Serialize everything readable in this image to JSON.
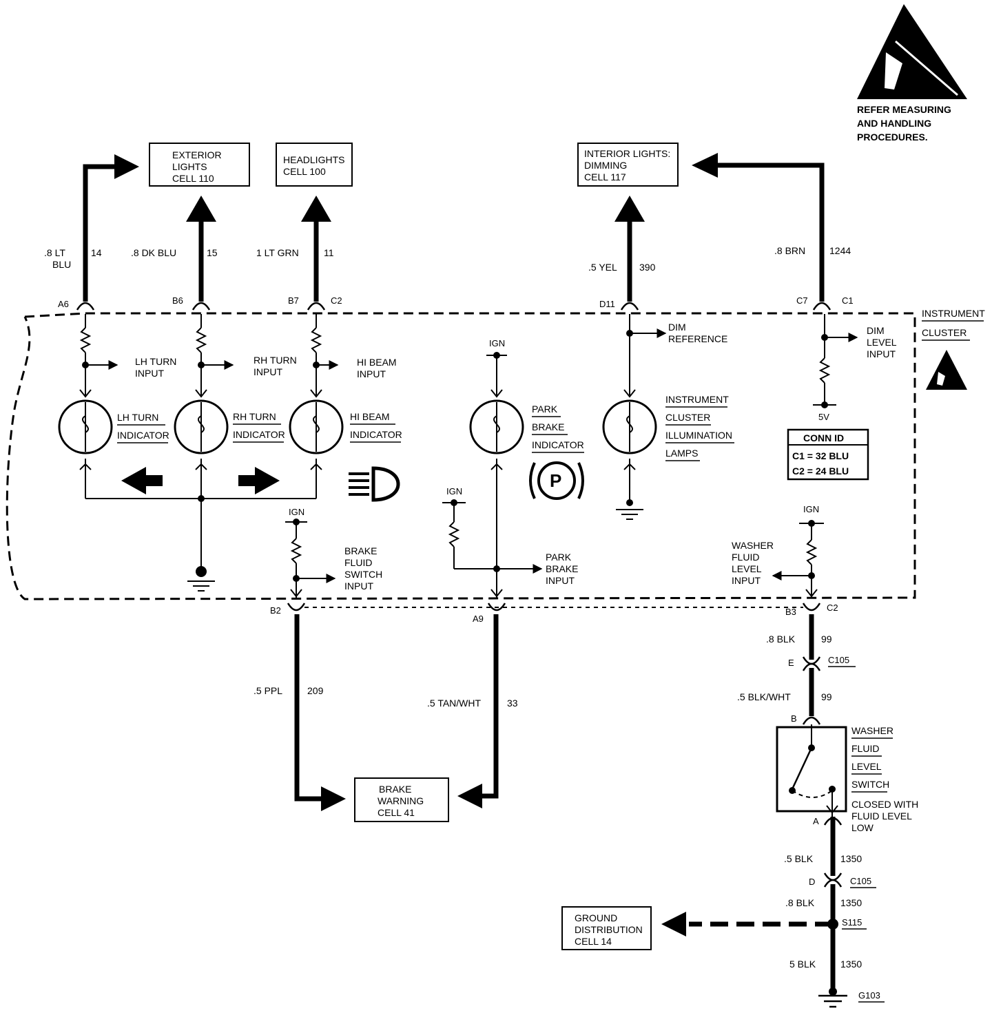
{
  "esd_note": {
    "line1": "REFER MEASURING",
    "line2": "AND HANDLING",
    "line3": "PROCEDURES."
  },
  "cluster": {
    "label1": "INSTRUMENT",
    "label2": "CLUSTER"
  },
  "boxes": {
    "exterior": [
      "EXTERIOR",
      "LIGHTS",
      "CELL 110"
    ],
    "headlights": [
      "HEADLIGHTS",
      "CELL 100"
    ],
    "interior": [
      "INTERIOR LIGHTS:",
      "DIMMING",
      "CELL 117"
    ],
    "brake_warning": [
      "BRAKE",
      "WARNING",
      "CELL 41"
    ],
    "ground_dist": [
      "GROUND",
      "DISTRIBUTION",
      "CELL 14"
    ]
  },
  "wires": {
    "w14": {
      "color1": ".8 LT",
      "color2": "BLU",
      "circuit": "14"
    },
    "w15": {
      "color": ".8 DK BLU",
      "circuit": "15"
    },
    "w11": {
      "color": "1 LT GRN",
      "circuit": "11"
    },
    "w390": {
      "color": ".5 YEL",
      "circuit": "390"
    },
    "w1244": {
      "color": ".8 BRN",
      "circuit": "1244"
    },
    "w209": {
      "color": ".5 PPL",
      "circuit": "209"
    },
    "w33": {
      "color": ".5 TAN/WHT",
      "circuit": "33"
    },
    "w99a": {
      "color": ".8 BLK",
      "circuit": "99"
    },
    "w99b": {
      "color": ".5 BLK/WHT",
      "circuit": "99"
    },
    "w1350a": {
      "color": ".5 BLK",
      "circuit": "1350"
    },
    "w1350b": {
      "color": ".8 BLK",
      "circuit": "1350"
    },
    "w1350c": {
      "color": "5 BLK",
      "circuit": "1350"
    }
  },
  "pins": {
    "a6": "A6",
    "b6": "B6",
    "b7": "B7",
    "c2_top": "C2",
    "d11": "D11",
    "c7": "C7",
    "c1": "C1",
    "b2": "B2",
    "a9": "A9",
    "b3": "B3",
    "c2_bot": "C2",
    "e": "E",
    "c105_1": "C105",
    "b": "B",
    "a": "A",
    "d": "D",
    "c105_2": "C105",
    "s115": "S115",
    "g103": "G103"
  },
  "inputs": {
    "lh_turn": [
      "LH TURN",
      "INPUT"
    ],
    "rh_turn": [
      "RH TURN",
      "INPUT"
    ],
    "hi_beam": [
      "HI BEAM",
      "INPUT"
    ],
    "dim_ref": [
      "DIM",
      "REFERENCE"
    ],
    "dim_level": [
      "DIM",
      "LEVEL",
      "INPUT"
    ],
    "brake_fluid": [
      "BRAKE",
      "FLUID",
      "SWITCH",
      "INPUT"
    ],
    "park_brake": [
      "PARK",
      "BRAKE",
      "INPUT"
    ],
    "washer_level": [
      "WASHER",
      "FLUID",
      "LEVEL",
      "INPUT"
    ]
  },
  "lamps": {
    "lh": [
      "LH TURN",
      "INDICATOR"
    ],
    "rh": [
      "RH TURN",
      "INDICATOR"
    ],
    "hi": [
      "HI BEAM",
      "INDICATOR"
    ],
    "park": [
      "PARK",
      "BRAKE",
      "INDICATOR"
    ],
    "illum": [
      "INSTRUMENT",
      "CLUSTER",
      "ILLUMINATION",
      "LAMPS"
    ]
  },
  "ign": "IGN",
  "five_v": "5V",
  "park_symbol": "P",
  "conn_id": {
    "title": "CONN ID",
    "c1": "C1 = 32 BLU",
    "c2": "C2 = 24 BLU"
  },
  "switch": {
    "name": [
      "WASHER",
      "FLUID",
      "LEVEL",
      "SWITCH"
    ],
    "note": [
      "CLOSED WITH",
      "FLUID LEVEL",
      "LOW"
    ]
  }
}
